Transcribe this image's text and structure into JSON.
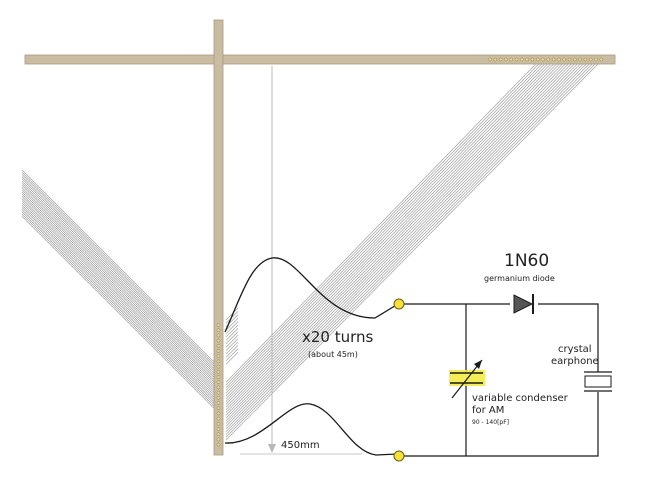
{
  "diagram": {
    "coil_turns": "x20 turns",
    "wire_length": "(about 45m)",
    "frame_height": "450mm",
    "diode_part": "1N60",
    "diode_type": "germanium diode",
    "capacitor_label_line1": "variable condenser",
    "capacitor_label_line2": "for AM",
    "capacitor_range": "90 - 140[pF]",
    "earphone_line1": "crystal",
    "earphone_line2": "earphone"
  },
  "colors": {
    "frame_wood": "#c9bca3",
    "frame_edge": "#a89a80",
    "wire": "#1a1a1a",
    "coil_lines": "#9a9a9a",
    "terminal": "#f4e23a",
    "capacitor_highlight": "#f2ea3c",
    "dimension_line": "#b8b8b8"
  }
}
